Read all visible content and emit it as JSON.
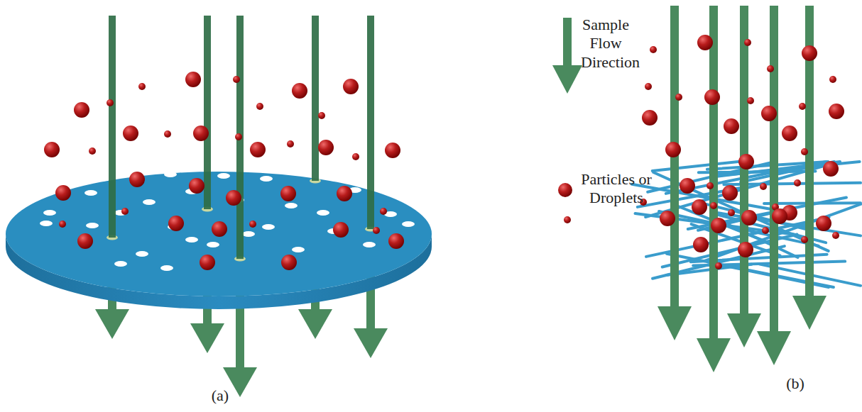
{
  "diagram": {
    "labels": [
      "(a)",
      "(b)"
    ],
    "legend": [
      {
        "text": "Sample Flow Direction"
      },
      {
        "text": "Particles or Droplets"
      }
    ]
  }
}
